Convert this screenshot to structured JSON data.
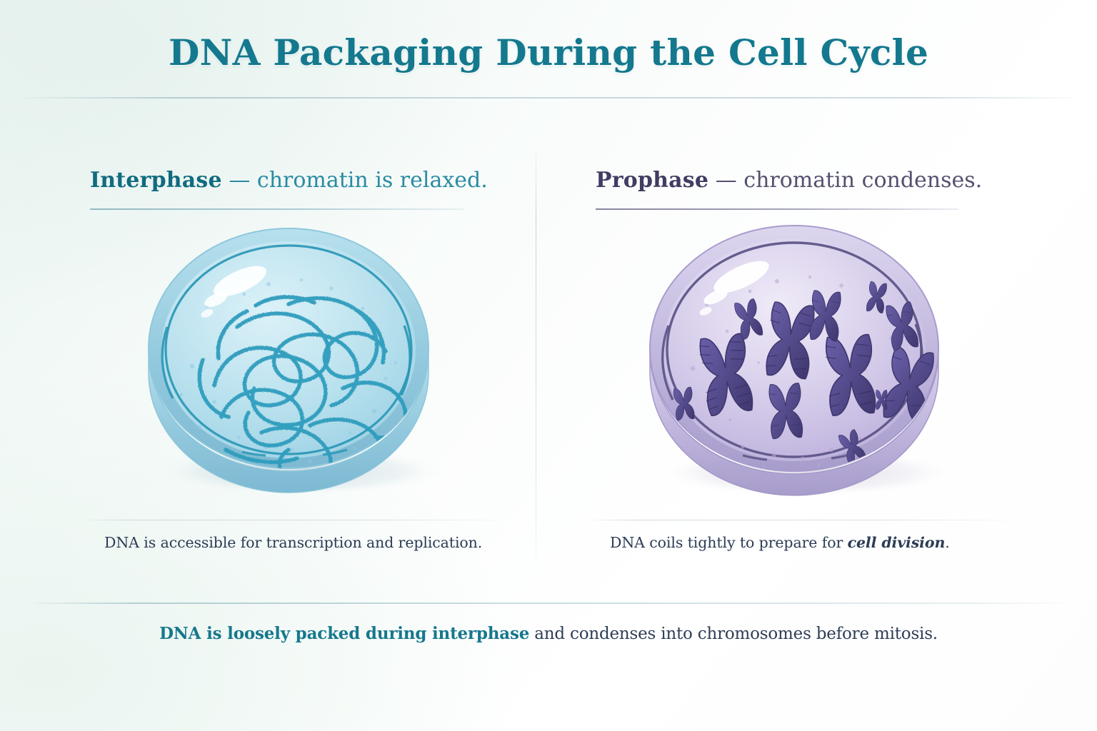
{
  "title": "DNA Packaging During the Cell Cycle",
  "panels": [
    {
      "id": "interphase",
      "phase_name": "Interphase",
      "phase_desc": "— chromatin is relaxed.",
      "caption_pre": "DNA is accessible for transcription and replication.",
      "caption_em": "",
      "caption_post": "",
      "accent": "#2a8ba3",
      "figure": {
        "name": "interphase-nucleus",
        "body_fill": "#bfe3ef",
        "rim_fill": "#a9d8e8",
        "membrane_stroke": "#2a97b5",
        "chromatin_stroke": "#2e9cbd",
        "speckle": "#8fcbe0",
        "description": "relaxed tangled chromatin threads inside a blue nucleus"
      }
    },
    {
      "id": "prophase",
      "phase_name": "Prophase",
      "phase_desc": "— chromatin condenses.",
      "caption_pre": "DNA coils tightly to prepare for ",
      "caption_em": "cell division",
      "caption_post": ".",
      "accent": "#56506f",
      "figure": {
        "name": "prophase-nucleus",
        "body_fill": "#d6cfe8",
        "rim_fill": "#bcb3d8",
        "membrane_stroke": "#5a5284",
        "chromosome_fill": "#544b8c",
        "chromosome_stroke": "#3f376e",
        "speckle": "#b3a9cf",
        "chromosome_count": 12,
        "description": "twelve X-shaped condensed chromosomes inside a purple nucleus"
      }
    }
  ],
  "summary": {
    "strong": "DNA is loosely packed during interphase",
    "rest": " and condenses into chromosomes before mitosis."
  }
}
